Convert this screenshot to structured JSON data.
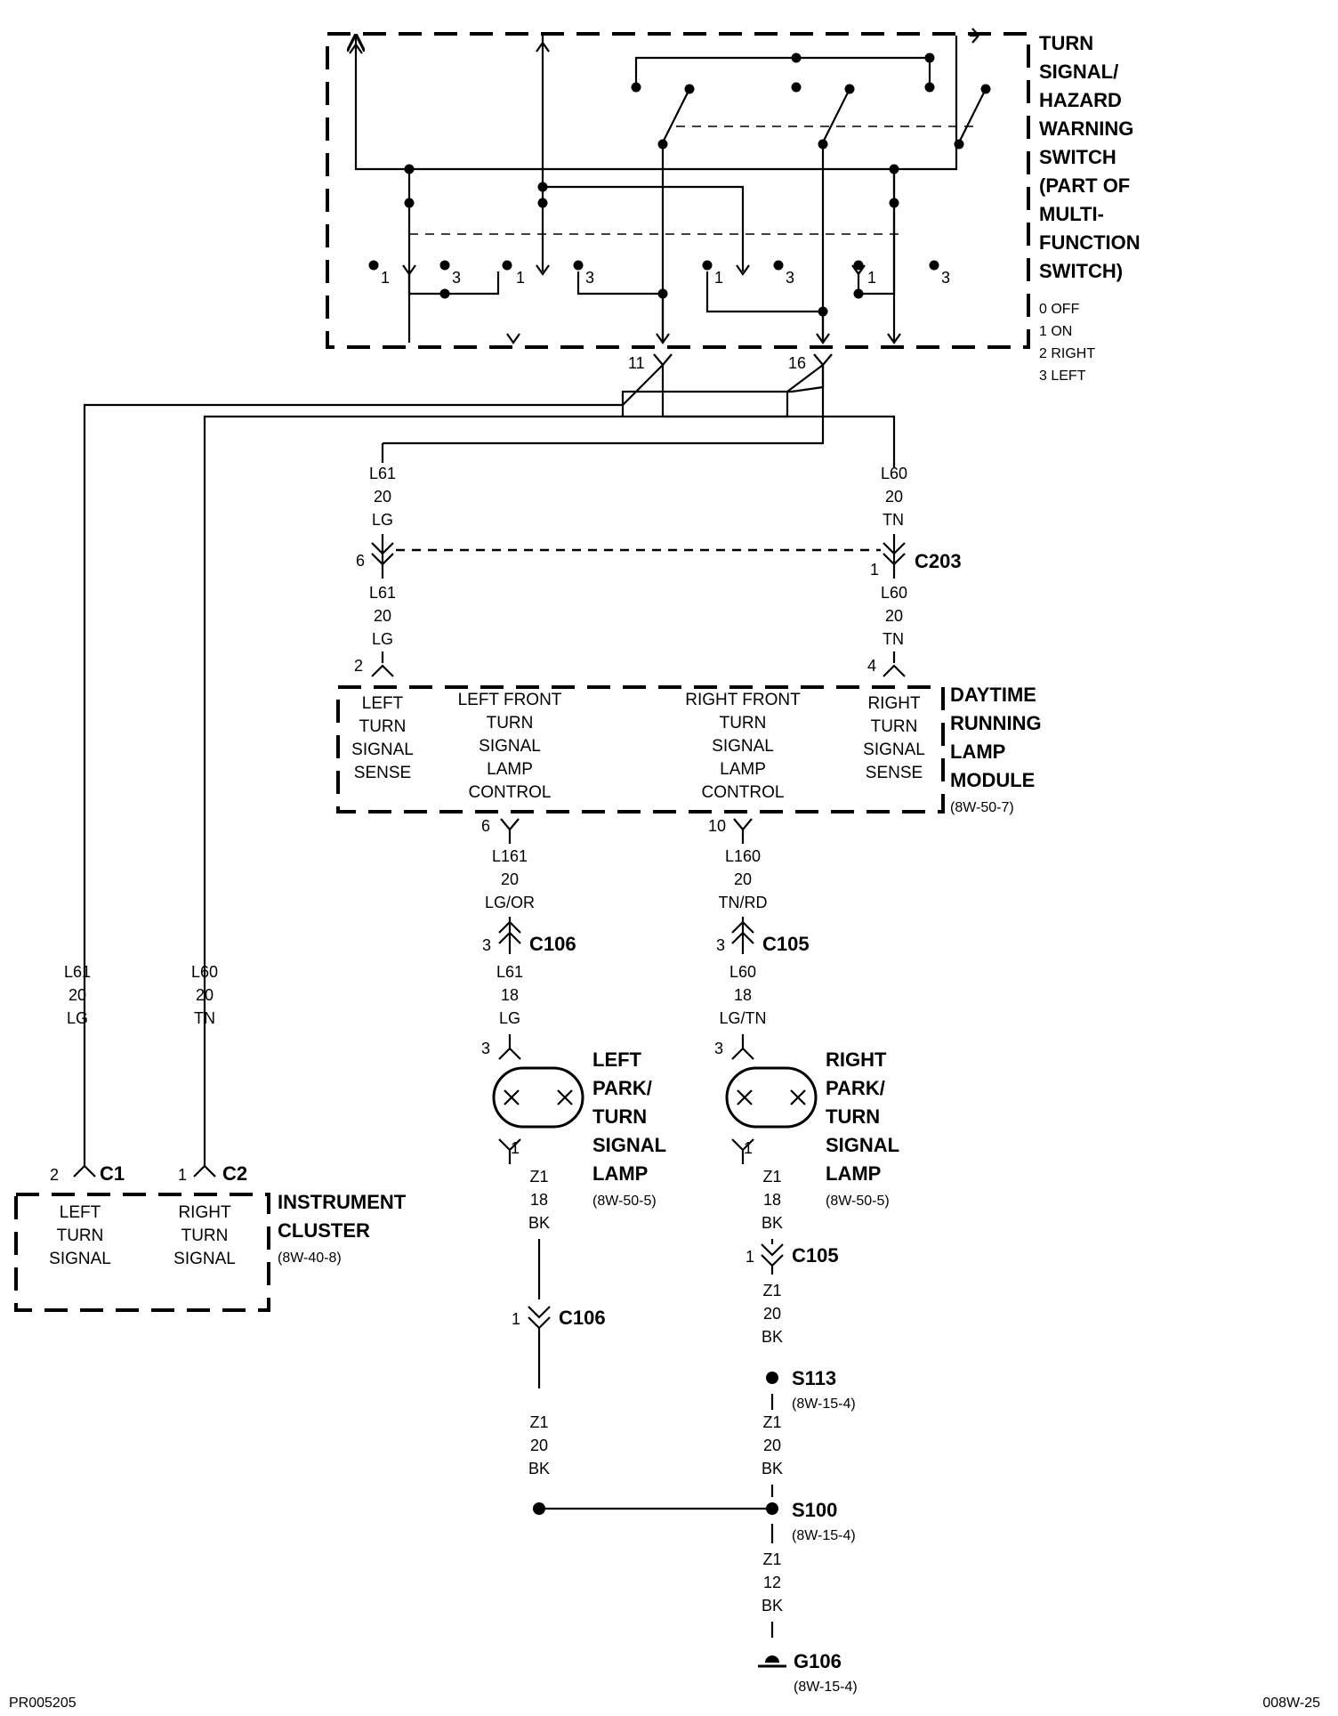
{
  "switch": {
    "title_lines": [
      "TURN",
      "SIGNAL/",
      "HAZARD",
      "WARNING",
      "SWITCH",
      "(PART OF",
      "MULTI-",
      "FUNCTION",
      "SWITCH)"
    ],
    "legend": [
      "0 OFF",
      "1 ON",
      "2 RIGHT",
      "3 LEFT"
    ],
    "position_labels": [
      "1",
      "3",
      "1",
      "3",
      "1",
      "3",
      "1",
      "3"
    ],
    "pin_left": "11",
    "pin_right": "16"
  },
  "wire_left_top": [
    "L61",
    "20",
    "LG"
  ],
  "wire_right_top": [
    "L60",
    "20",
    "TN"
  ],
  "c203": {
    "name": "C203",
    "pin_left": "6",
    "pin_right": "1"
  },
  "wire_left_mid": [
    "L61",
    "20",
    "LG"
  ],
  "wire_right_mid": [
    "L60",
    "20",
    "TN"
  ],
  "drl": {
    "title_lines": [
      "DAYTIME",
      "RUNNING",
      "LAMP",
      "MODULE"
    ],
    "ref": "(8W-50-7)",
    "pin_in_left": "2",
    "pin_in_right": "4",
    "pin_out_left": "6",
    "pin_out_right": "10",
    "label_left_sense": [
      "LEFT",
      "TURN",
      "SIGNAL",
      "SENSE"
    ],
    "label_left_ctrl": [
      "LEFT FRONT",
      "TURN",
      "SIGNAL",
      "LAMP",
      "CONTROL"
    ],
    "label_right_ctrl": [
      "RIGHT FRONT",
      "TURN",
      "SIGNAL",
      "LAMP",
      "CONTROL"
    ],
    "label_right_sense": [
      "RIGHT",
      "TURN",
      "SIGNAL",
      "SENSE"
    ]
  },
  "wire_l161": [
    "L161",
    "20",
    "LG/OR"
  ],
  "wire_l160": [
    "L160",
    "20",
    "TN/RD"
  ],
  "c106_top": {
    "name": "C106",
    "pin": "3"
  },
  "c105_top": {
    "name": "C105",
    "pin": "3"
  },
  "wire_l61_18": [
    "L61",
    "18",
    "LG"
  ],
  "wire_l60_18": [
    "L60",
    "18",
    "LG/TN"
  ],
  "left_lamp": {
    "pin_top": "3",
    "pin_bottom": "1",
    "title_lines": [
      "LEFT",
      "PARK/",
      "TURN",
      "SIGNAL",
      "LAMP"
    ],
    "ref": "(8W-50-5)"
  },
  "right_lamp": {
    "pin_top": "3",
    "pin_bottom": "1",
    "title_lines": [
      "RIGHT",
      "PARK/",
      "TURN",
      "SIGNAL",
      "LAMP"
    ],
    "ref": "(8W-50-5)"
  },
  "wire_z1_18_left": [
    "Z1",
    "18",
    "BK"
  ],
  "wire_z1_18_right": [
    "Z1",
    "18",
    "BK"
  ],
  "c105_bottom": {
    "name": "C105",
    "pin": "1"
  },
  "c106_bottom": {
    "name": "C106",
    "pin": "1"
  },
  "wire_z1_20_r1": [
    "Z1",
    "20",
    "BK"
  ],
  "s113": {
    "name": "S113",
    "ref": "(8W-15-4)"
  },
  "wire_z1_20_r2": [
    "Z1",
    "20",
    "BK"
  ],
  "wire_z1_20_left": [
    "Z1",
    "20",
    "BK"
  ],
  "s100": {
    "name": "S100",
    "ref": "(8W-15-4)"
  },
  "wire_z1_12": [
    "Z1",
    "12",
    "BK"
  ],
  "g106": {
    "name": "G106",
    "ref": "(8W-15-4)"
  },
  "wire_far_left": [
    "L61",
    "20",
    "LG"
  ],
  "wire_second_left": [
    "L60",
    "20",
    "TN"
  ],
  "cluster": {
    "c1": "C1",
    "c2": "C2",
    "pin_c1": "2",
    "pin_c2": "1",
    "title_lines": [
      "INSTRUMENT",
      "CLUSTER"
    ],
    "ref": "(8W-40-8)",
    "label_left": [
      "LEFT",
      "TURN",
      "SIGNAL"
    ],
    "label_right": [
      "RIGHT",
      "TURN",
      "SIGNAL"
    ]
  },
  "footer": {
    "left": "PR005205",
    "right": "008W-25"
  }
}
